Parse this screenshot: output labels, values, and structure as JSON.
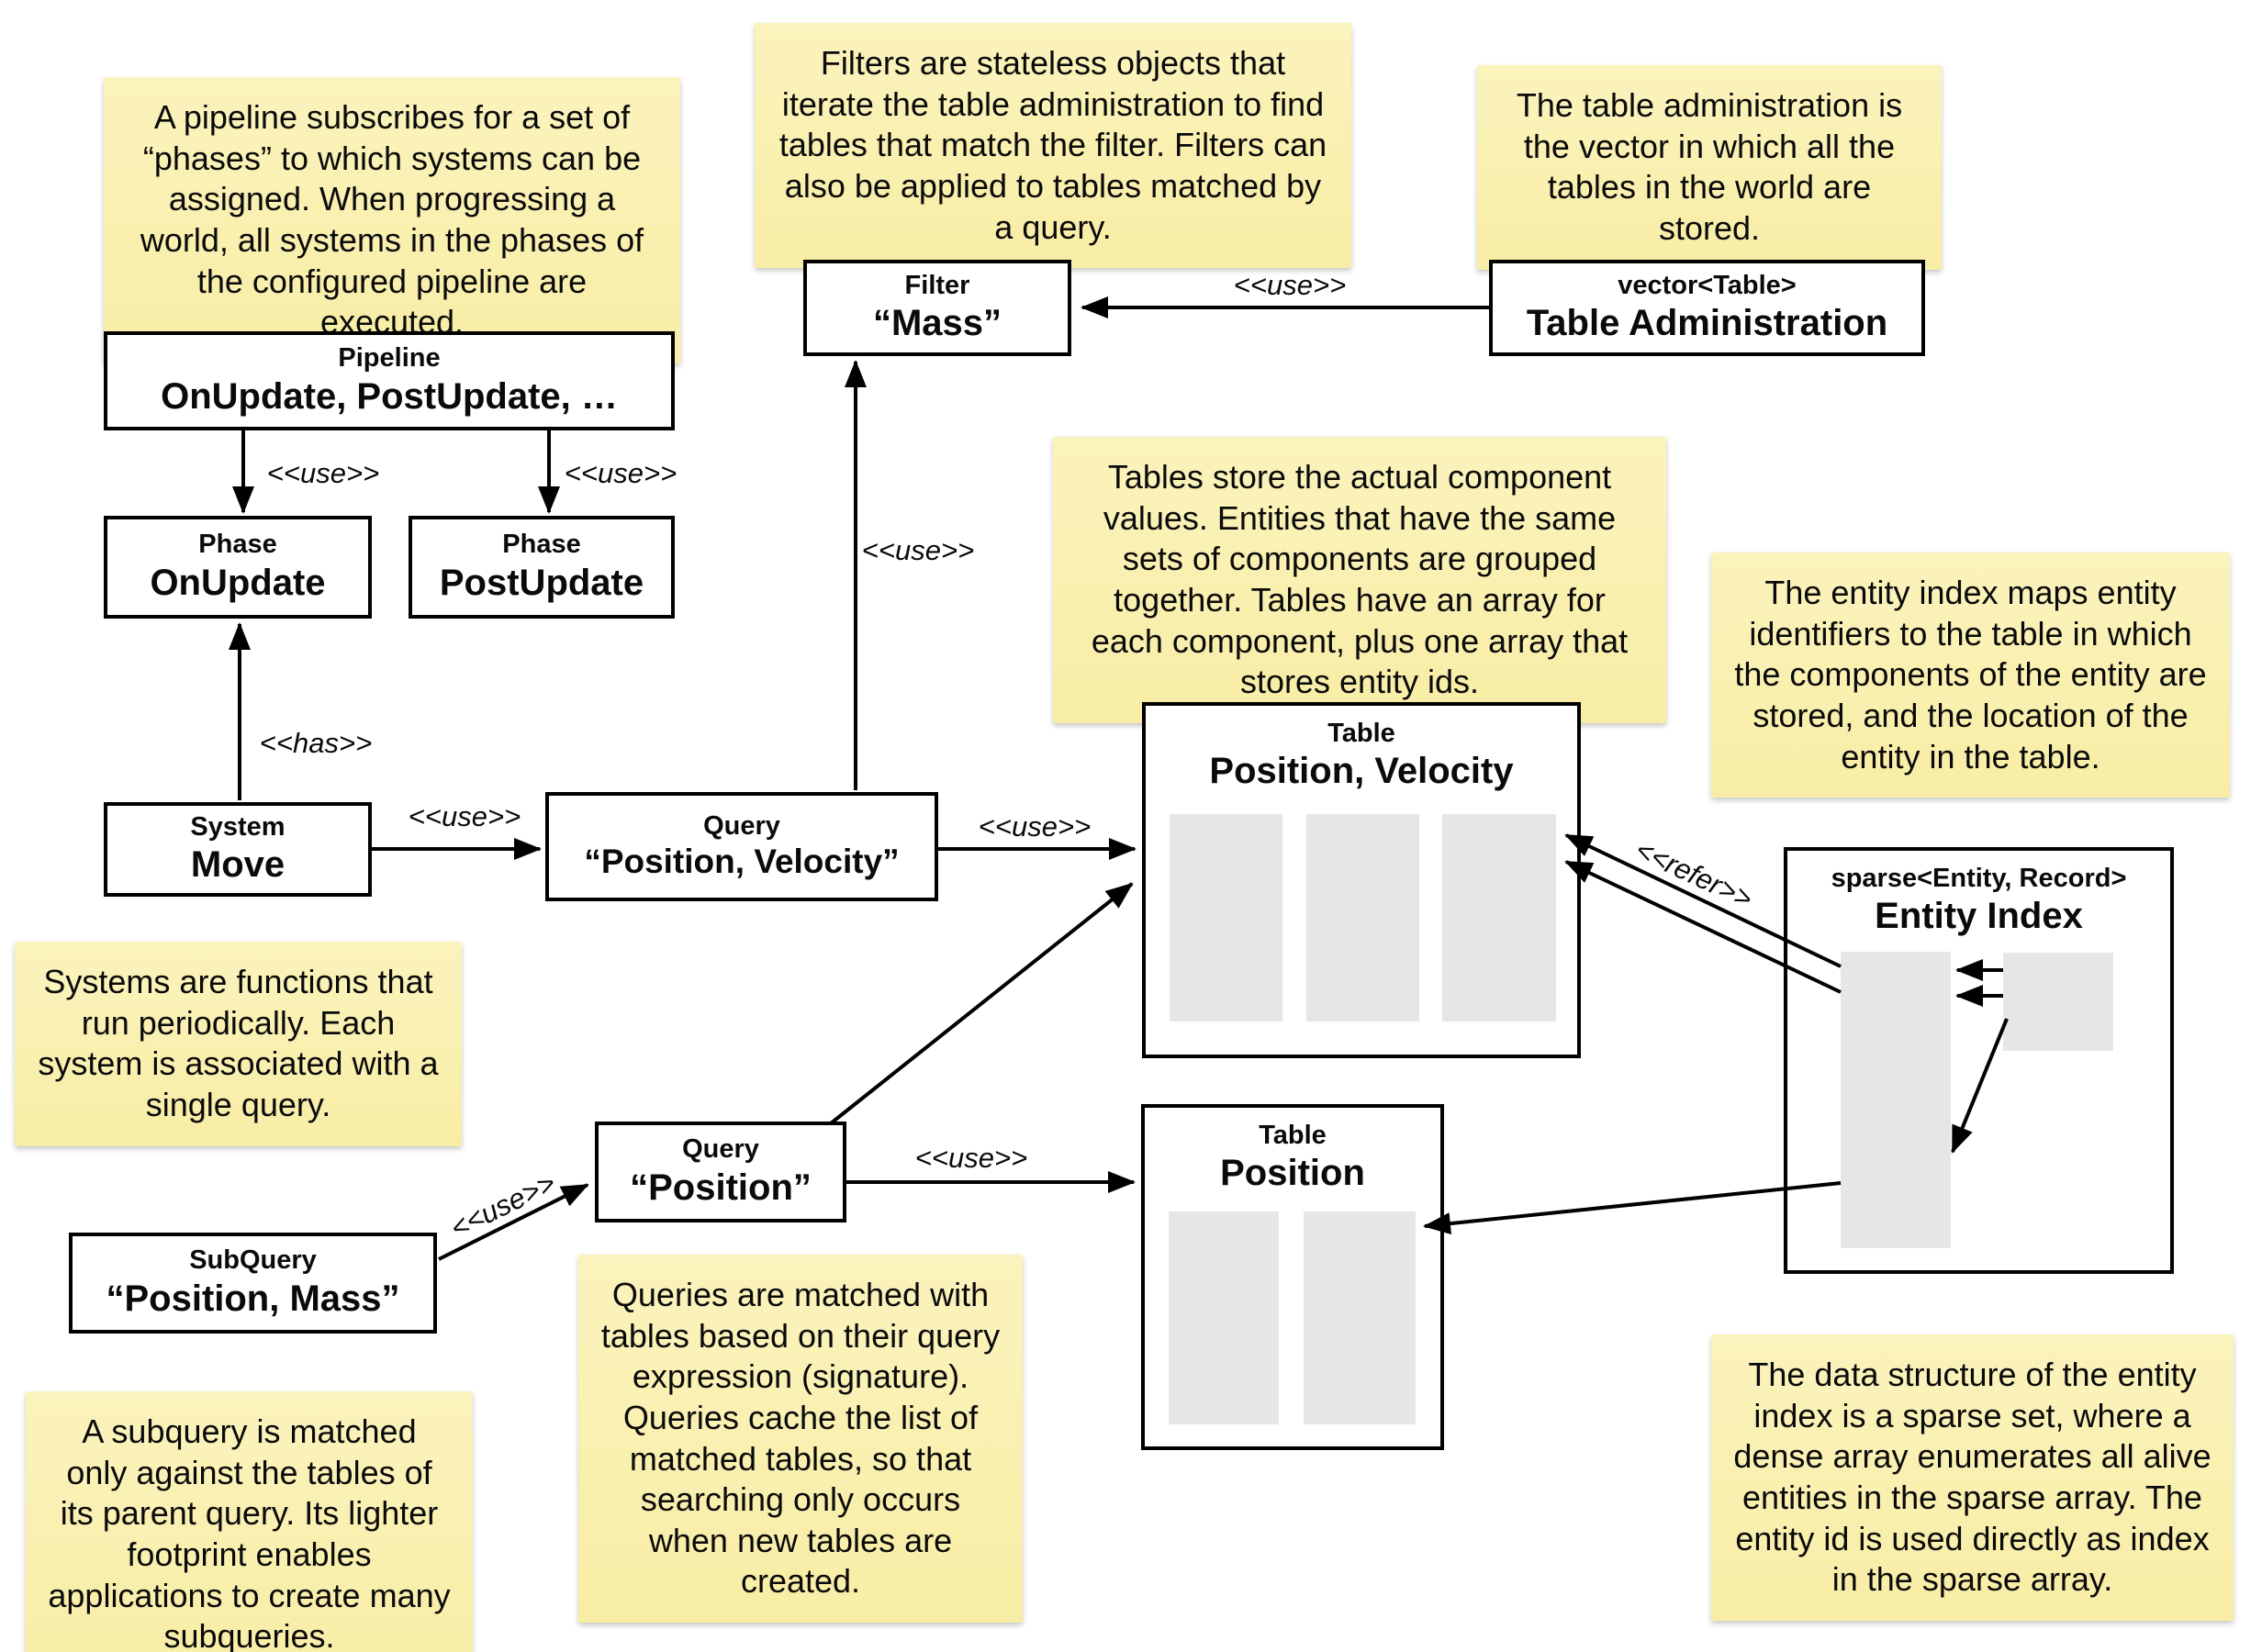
{
  "notes": {
    "pipeline": "A pipeline subscribes for a set of “phases” to which systems can be assigned. When progressing a world, all systems in the phases of the configured pipeline are executed.",
    "filters": "Filters are stateless objects that iterate the table administration to find tables that match the filter. Filters can also be applied to tables matched by a query.",
    "table_administration": "The table administration is the vector in which all the tables in the world are stored.",
    "tables": "Tables store the actual component values. Entities that have the same sets of components are grouped together. Tables have an array for each component, plus one array that stores entity ids.",
    "entity_index": "The entity index maps entity identifiers to the table in which the components of the entity are stored, and the location of the entity in the table.",
    "systems": "Systems are functions that run periodically. Each system is associated with a single query.",
    "queries": "Queries are matched with tables based on their query expression (signature). Queries cache the list of matched tables, so that searching only occurs when new tables are created.",
    "subquery": "A subquery is matched only against the tables of its parent query. Its lighter footprint enables applications to create many subqueries.",
    "entity_index_structure": "The data structure of the entity index is a sparse set, where a dense array enumerates all alive entities in the sparse array. The entity id is used directly as index in the sparse array."
  },
  "boxes": {
    "pipeline": {
      "title": "Pipeline",
      "subtitle": "OnUpdate, PostUpdate, …"
    },
    "phase_onupdate": {
      "title": "Phase",
      "subtitle": "OnUpdate"
    },
    "phase_postupdate": {
      "title": "Phase",
      "subtitle": "PostUpdate"
    },
    "filter_mass": {
      "title": "Filter",
      "subtitle": "“Mass”"
    },
    "table_administration": {
      "title": "vector<Table>",
      "subtitle": "Table Administration"
    },
    "system_move": {
      "title": "System",
      "subtitle": "Move"
    },
    "query_position_velocity": {
      "title": "Query",
      "subtitle": "“Position, Velocity”"
    },
    "table_position_velocity": {
      "title": "Table",
      "subtitle": "Position, Velocity"
    },
    "entity_index": {
      "title": "sparse<Entity, Record>",
      "subtitle": "Entity Index"
    },
    "query_position": {
      "title": "Query",
      "subtitle": "“Position”"
    },
    "table_position": {
      "title": "Table",
      "subtitle": "Position"
    },
    "subquery_position_mass": {
      "title": "SubQuery",
      "subtitle": "“Position, Mass”"
    }
  },
  "edge_labels": {
    "use": "<<use>>",
    "has": "<<has>>",
    "refer": "<<refer>>"
  },
  "colors": {
    "note_bg": "#F9EFAC",
    "box_bg": "#FFFFFF",
    "box_border": "#000000",
    "array_fill": "#E6E6E6"
  }
}
